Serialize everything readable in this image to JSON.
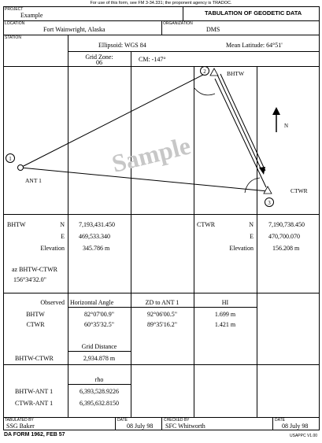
{
  "notice": "For use of this form, see FM 3-34.331; the proponent agency is TRADOC.",
  "title": "TABULATION OF GEODETIC DATA",
  "project": {
    "label": "PROJECT",
    "value": "Example"
  },
  "location": {
    "label": "LOCATION",
    "value": "Fort Wainwright, Alaska"
  },
  "organization": {
    "label": "ORGANIZATION",
    "value": "DMS"
  },
  "station": {
    "label": "STATION"
  },
  "ellipsoid": "Ellipsoid: WGS 84",
  "mean_latitude": "Mean Latitude: 64°51'",
  "grid_zone": {
    "label": "Grid Zone:",
    "value": "06"
  },
  "cm": "CM: -147°",
  "diagram": {
    "station1": "BHTW",
    "station2": "CTWR",
    "station3": "ANT 1",
    "num1": "1",
    "num2": "2",
    "num3": "3",
    "north": "N",
    "watermark": "Sample"
  },
  "coords": {
    "left": {
      "name": "BHTW",
      "n_label": "N",
      "n_value": "7,193,431.450",
      "e_label": "E",
      "e_value": "469,533.340",
      "elev_label": "Elevation",
      "elev_value": "345.786 m"
    },
    "right": {
      "name": "CTWR",
      "n_label": "N",
      "n_value": "7,190,738.450",
      "e_label": "E",
      "e_value": "470,700.070",
      "elev_label": "Elevation",
      "elev_value": "156.208 m"
    }
  },
  "azimuth": {
    "label": "az BHTW-CTWR",
    "value": "156°34'32.0\""
  },
  "obs_table": {
    "headers": [
      "Observed",
      "Horizontal Angle",
      "ZD to ANT 1",
      "HI"
    ],
    "rows": [
      {
        "name": "BHTW",
        "angle": "82°07'00.9\"",
        "zd": "92°06'00.5\"",
        "hi": "1.699 m"
      },
      {
        "name": "CTWR",
        "angle": "60°35'32.5\"",
        "zd": "89°35'16.2\"",
        "hi": "1.421 m"
      }
    ]
  },
  "grid_distance": {
    "label": "Grid Distance",
    "name": "BHTW-CTWR",
    "value": "2,934.878 m"
  },
  "rho": {
    "label": "rho",
    "rows": [
      {
        "name": "BHTW-ANT 1",
        "value": "6,393,528.9226"
      },
      {
        "name": "CTWR-ANT 1",
        "value": "6,395,632.8150"
      }
    ]
  },
  "footer": {
    "tabulated_label": "TABULATED BY",
    "tabulated_value": "SSG Baker",
    "date1_label": "DATE",
    "date1_value": "08 July 98",
    "checked_label": "CHECKED BY",
    "checked_value": "SFC Whitworth",
    "date2_label": "DATE",
    "date2_value": "08 July 98",
    "form_name": "DA FORM 1962, FEB 57",
    "version": "USAPPC V1.00"
  }
}
